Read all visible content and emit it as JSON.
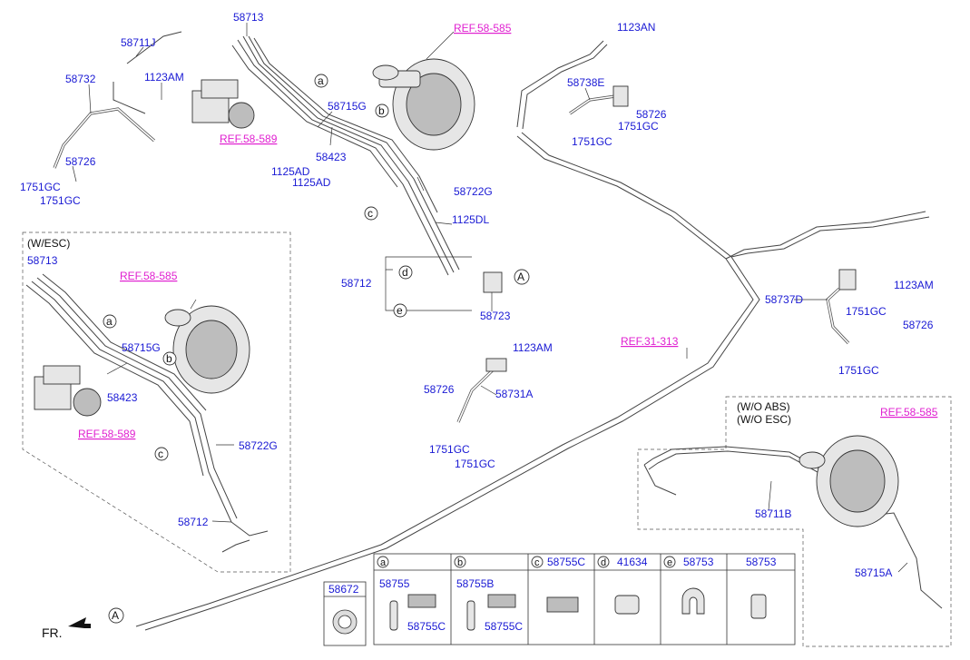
{
  "labels_main": {
    "p58713": "58713",
    "p58711j": "58711J",
    "p1123am_top": "1123AM",
    "p58732": "58732",
    "p58726_left": "58726",
    "p1751gc_l1": "1751GC",
    "p1751gc_l2": "1751GC",
    "p58715g": "58715G",
    "p58423": "58423",
    "p1125ad_1": "1125AD",
    "p1125ad_2": "1125AD",
    "p58722g": "58722G",
    "p1125dl": "1125DL",
    "p58712": "58712",
    "p58723": "58723",
    "p1123am_mid": "1123AM",
    "p58726_mid": "58726",
    "p58731a": "58731A",
    "p1751gc_m1": "1751GC",
    "p1751gc_m2": "1751GC",
    "p1123an": "1123AN",
    "p58738e": "58738E",
    "p58726_tr": "58726",
    "p1751gc_tr1": "1751GC",
    "p1751gc_tr2": "1751GC",
    "p1123am_r": "1123AM",
    "p58737d": "58737D",
    "p1751gc_r1": "1751GC",
    "p58726_r": "58726",
    "p1751gc_r2": "1751GC",
    "p58711b": "58711B",
    "p58715a": "58715A"
  },
  "labels_esc": {
    "header": "(W/ESC)",
    "p58713": "58713",
    "p58715g": "58715G",
    "p58423": "58423",
    "p58722g": "58722G",
    "p58712": "58712"
  },
  "labels_wo": {
    "header1": "(W/O ABS)",
    "header2": "(W/O ESC)"
  },
  "refs": {
    "r58585_top": "REF.58-585",
    "r58589_top": "REF.58-589",
    "r58585_esc": "REF.58-585",
    "r58589_esc": "REF.58-589",
    "r31313": "REF.31-313",
    "r58585_wo": "REF.58-585"
  },
  "circles": {
    "a": "a",
    "b": "b",
    "c": "c",
    "d": "d",
    "e": "e",
    "A": "A"
  },
  "front_label": "FR.",
  "part_58672": "58672",
  "legend": {
    "a": {
      "letter": "a",
      "parts": [
        "58755",
        "58755C"
      ]
    },
    "b": {
      "letter": "b",
      "parts": [
        "58755B",
        "58755C"
      ]
    },
    "c": {
      "letter": "c",
      "part": "58755C"
    },
    "d": {
      "letter": "d",
      "part": "41634"
    },
    "e": {
      "letter": "e",
      "part": "58753"
    },
    "f": {
      "part": "58753"
    }
  },
  "colors": {
    "label": "#1a1ad4",
    "reference": "#e020d0",
    "line": "#444444"
  }
}
